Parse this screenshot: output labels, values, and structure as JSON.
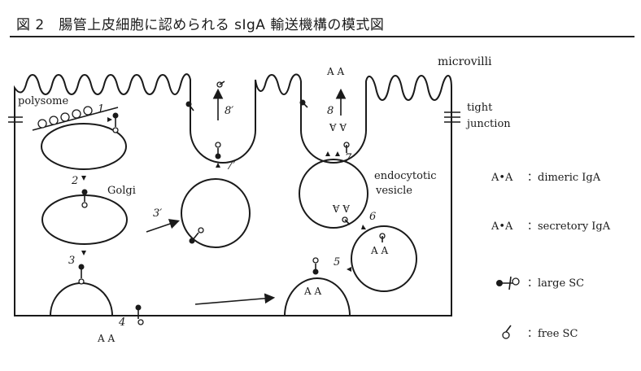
{
  "title": "図 2　腸管上皮細胞に認められる sIgA 輸送機構の模式図",
  "labels": {
    "microvilli": "microvilli",
    "polysome": "polysome",
    "tight_junction_1": "tight",
    "tight_junction_2": "junction",
    "golgi": "Golgi",
    "endocytotic_1": "endocytotic",
    "endocytotic_2": "vesicle"
  },
  "steps": {
    "s1": "1",
    "s2": "2",
    "s3": "3",
    "s3p": "3′",
    "s4": "4",
    "s5": "5",
    "s6": "6",
    "s7": "7",
    "s7p": "7′",
    "s8": "8",
    "s8p": "8′"
  },
  "iga_text": "A A",
  "legend": [
    {
      "symbol": "A•A",
      "text": "：dimeric IgA"
    },
    {
      "symbol": "A•A",
      "text": "：secretory IgA"
    },
    {
      "symbol": "large-sc-icon",
      "text": "：large SC"
    },
    {
      "symbol": "free-sc-icon",
      "text": "：free SC"
    }
  ]
}
